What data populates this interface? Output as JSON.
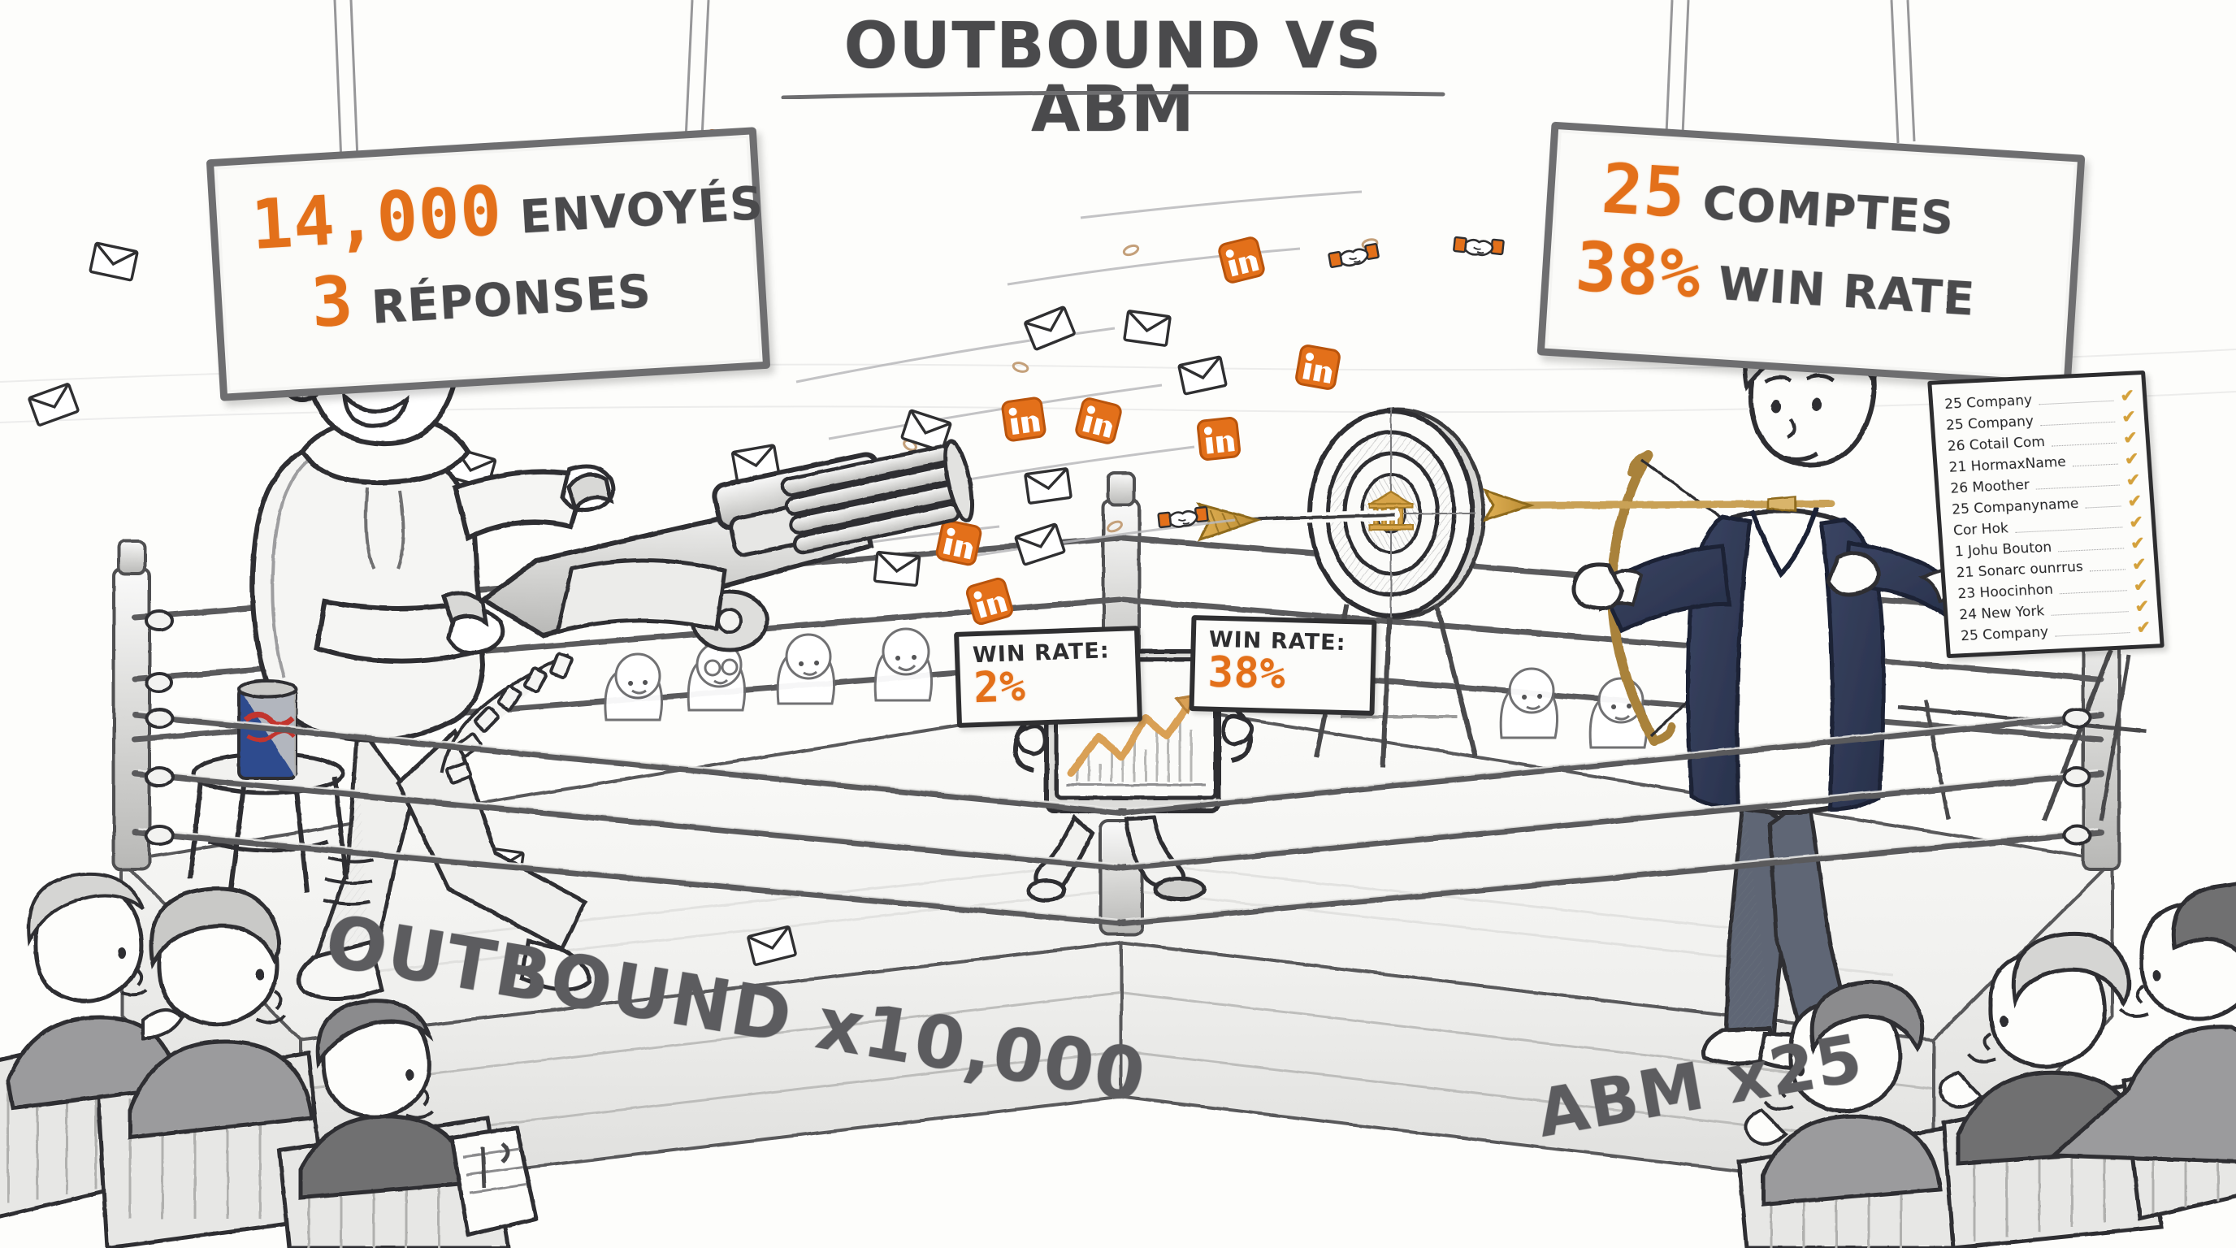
{
  "scene": {
    "title": "OUTBOUND VS ABM",
    "style": "hand-drawn pencil sketch, boxing ring, orange accent",
    "accent_color": "#e3701a",
    "pencil_color": "#4a4a4c",
    "check_color": "#d4a13c",
    "paper_color": "#fdfdfb"
  },
  "billboards": {
    "left": {
      "name": "outbound-scoreboard",
      "rows": [
        {
          "number": "14,000",
          "label": "ENVOYÉS"
        },
        {
          "number": "3",
          "label": "RÉPONSES"
        }
      ]
    },
    "right": {
      "name": "abm-scoreboard",
      "rows": [
        {
          "number": "25",
          "label": "COMPTES"
        },
        {
          "number": "38%",
          "label": "WIN RATE"
        }
      ]
    }
  },
  "placards": {
    "left": {
      "label": "WIN RATE:",
      "value": "2%"
    },
    "right": {
      "label": "WIN RATE:",
      "value": "38%"
    }
  },
  "apron": {
    "left": "OUTBOUND x10,000",
    "right": "ABM x25"
  },
  "checklist": {
    "name": "abm-account-checklist",
    "rows": [
      {
        "text": "25 Company",
        "checked": true
      },
      {
        "text": "25 Company",
        "checked": true
      },
      {
        "text": "26 Cotail Com",
        "checked": true
      },
      {
        "text": "21 HormaxName",
        "checked": true
      },
      {
        "text": "26 Moother",
        "checked": true
      },
      {
        "text": "25 Companyname",
        "checked": true
      },
      {
        "text": "Cor Hok",
        "checked": true
      },
      {
        "text": "1 Johu Bouton",
        "checked": true
      },
      {
        "text": "21 Sonarc ounrrus",
        "checked": true
      },
      {
        "text": "23 Hoocinhon",
        "checked": true
      },
      {
        "text": "24 New York",
        "checked": true
      },
      {
        "text": "25 Company",
        "checked": true
      }
    ],
    "check_glyph": "✔"
  },
  "fighters": {
    "left": {
      "name": "outbound-spammer",
      "prop": "minigun",
      "accessories": [
        "headphones",
        "hoodie",
        "sneakers",
        "energy-drink-can",
        "stool"
      ]
    },
    "right": {
      "name": "abm-archer",
      "prop": "bow-and-arrow",
      "accessories": [
        "navy-blazer",
        "white-tshirt",
        "grey-jeans"
      ]
    }
  },
  "props": {
    "target": {
      "name": "bullseye-target",
      "center_icon": "bank-building-icon",
      "rings": 4
    },
    "mascot": {
      "name": "walking-dashboard-mascot",
      "screen": "line-chart-with-bars"
    },
    "flying_icons": [
      "envelope-icon",
      "linkedin-icon",
      "handshake-icon"
    ]
  },
  "audience": {
    "left_seats": 3,
    "right_seats": 4,
    "ringside_heads": 4
  }
}
